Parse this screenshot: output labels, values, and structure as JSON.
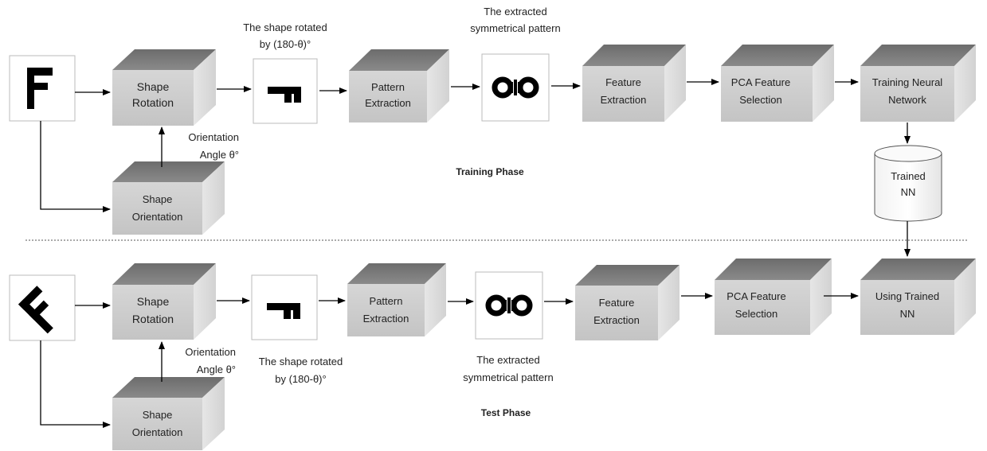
{
  "training": {
    "phase_label": "Training Phase",
    "input_glyph": "F",
    "shape_rotation": [
      "Shape",
      "Rotation"
    ],
    "orientation_angle": [
      "Orientation",
      "Angle θ°"
    ],
    "shape_orientation": [
      "Shape",
      "Orientation"
    ],
    "rotated_caption": [
      "The shape rotated",
      "by (180-θ)°"
    ],
    "pattern_extraction": [
      "Pattern",
      "Extraction"
    ],
    "extracted_caption": [
      "The extracted",
      "symmetrical pattern"
    ],
    "feature_extraction": [
      "Feature",
      "Extraction"
    ],
    "pca_selection": [
      "PCA Feature",
      "Selection"
    ],
    "training_nn": [
      "Training Neural",
      "Network"
    ],
    "trained_nn": [
      "Trained",
      "NN"
    ]
  },
  "test": {
    "phase_label": "Test Phase",
    "input_glyph": "F",
    "shape_rotation": [
      "Shape",
      "Rotation"
    ],
    "orientation_angle": [
      "Orientation",
      "Angle θ°"
    ],
    "shape_orientation": [
      "Shape",
      "Orientation"
    ],
    "rotated_caption": [
      "The shape rotated",
      "by (180-θ)°"
    ],
    "pattern_extraction": [
      "Pattern",
      "Extraction"
    ],
    "extracted_caption": [
      "The extracted",
      "symmetrical pattern"
    ],
    "feature_extraction": [
      "Feature",
      "Extraction"
    ],
    "pca_selection": [
      "PCA Feature",
      "Selection"
    ],
    "using_trained_nn": [
      "Using Trained",
      "NN"
    ]
  },
  "colors": {
    "box_front": "#cfcfcf",
    "box_top": "#888888",
    "box_side": "#dcdcdc",
    "line": "#000000"
  }
}
